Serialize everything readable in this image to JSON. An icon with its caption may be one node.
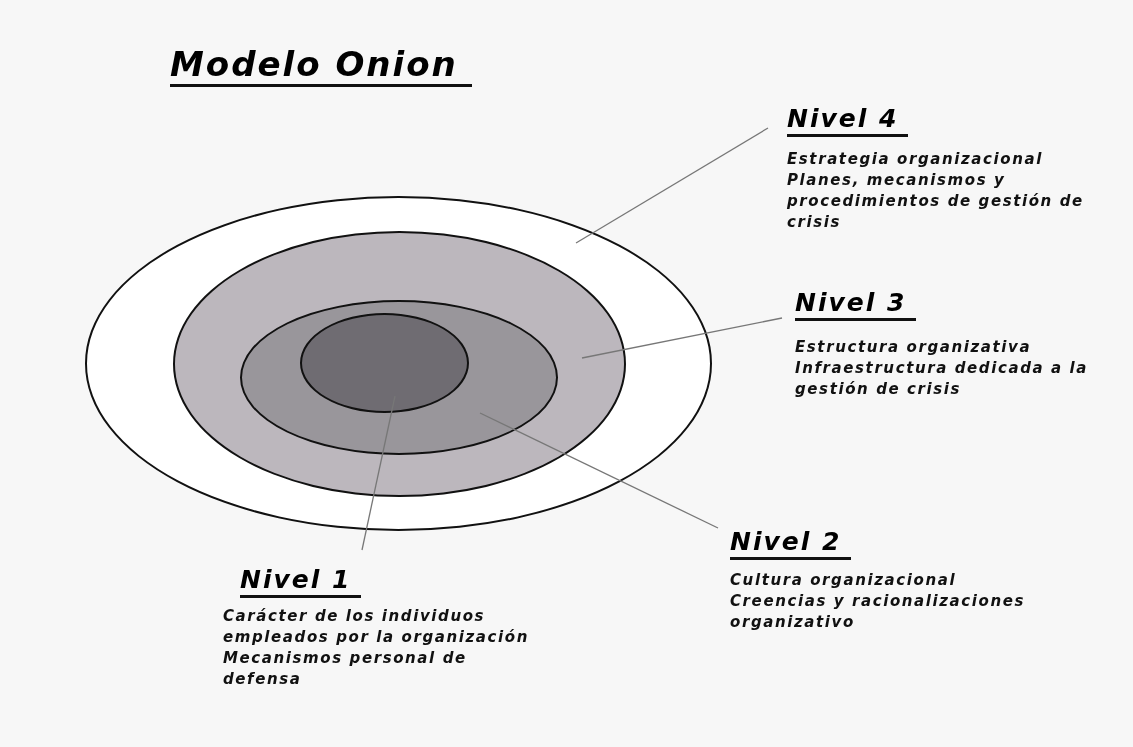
{
  "diagram": {
    "title": "Modelo Onion",
    "nodes": [
      {
        "text": [],
        "shape": "ellipse"
      },
      {
        "text": [],
        "shape": "ellipse",
        "in": 0
      },
      {
        "text": [],
        "shape": "ellipse",
        "in": 1
      },
      {
        "text": [],
        "shape": "ellipse",
        "in": 2
      },
      {
        "text": [
          "Nivel 4",
          "Estrategia organizacional",
          "Planes, mecanismos y procedimientos de gestión de crisis"
        ]
      },
      {
        "text": [
          "Nivel 3",
          "Estructura organizativa",
          "Infraestructura dedicada a la gestión de crisis"
        ]
      },
      {
        "text": [
          "Nivel 2",
          "Cultura organizacional",
          "Creencias y racionalizaciones organizativo"
        ]
      },
      {
        "text": [
          "Nivel 1",
          "Carácter de los individuos empleados por la organización",
          "Mecanismos personal de defensa"
        ]
      }
    ],
    "edges": [
      {
        "from": 4,
        "to": 0,
        "arrow": "none"
      },
      {
        "from": 5,
        "to": 1,
        "arrow": "none"
      },
      {
        "from": 6,
        "to": 2,
        "arrow": "none"
      },
      {
        "from": 7,
        "to": 3,
        "arrow": "none"
      }
    ]
  }
}
